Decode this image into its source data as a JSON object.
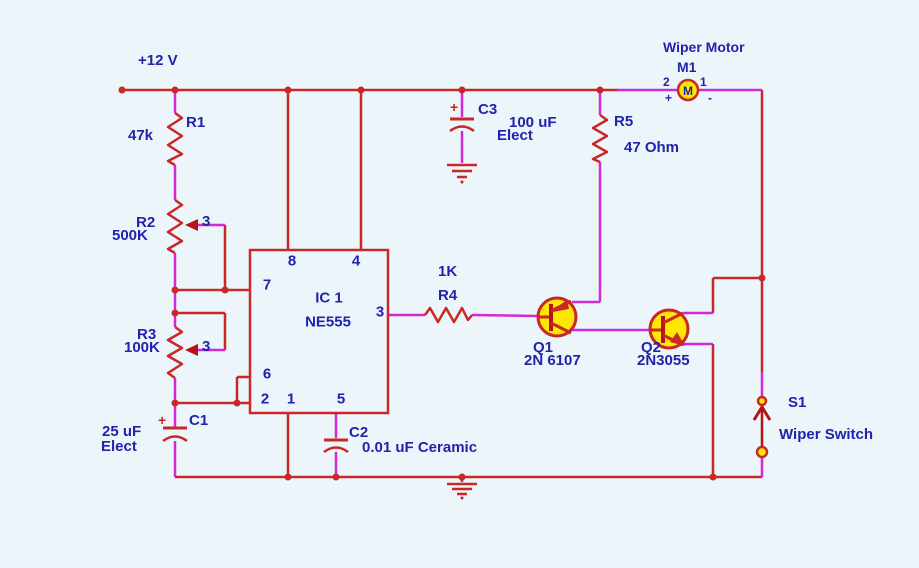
{
  "labels": {
    "power": "+12 V"
  },
  "components": {
    "r1": {
      "ref": "R1",
      "value": "47k"
    },
    "r2": {
      "ref": "R2",
      "value": "500K",
      "wiper": "3"
    },
    "r3": {
      "ref": "R3",
      "value": "100K",
      "wiper": "3"
    },
    "r4": {
      "ref": "R4",
      "value": "1K"
    },
    "r5": {
      "ref": "R5",
      "value": "47 Ohm"
    },
    "c1": {
      "ref": "C1",
      "value": "25 uF",
      "kind": "Elect",
      "polarity": "+"
    },
    "c2": {
      "ref": "C2",
      "value": "0.01 uF Ceramic"
    },
    "c3": {
      "ref": "C3",
      "value": "100 uF",
      "kind": "Elect",
      "polarity": "+"
    },
    "ic1": {
      "ref": "IC 1",
      "part": "NE555",
      "pin1": "1",
      "pin2": "2",
      "pin3": "3",
      "pin4": "4",
      "pin5": "5",
      "pin6": "6",
      "pin7": "7",
      "pin8": "8"
    },
    "q1": {
      "ref": "Q1",
      "part": "2N 6107"
    },
    "q2": {
      "ref": "Q2",
      "part": "2N3055"
    },
    "m1": {
      "title": "Wiper Motor",
      "ref": "M1",
      "symbol": "M",
      "term_left": "2",
      "term_right": "1",
      "pol_left": "+",
      "pol_right": "-"
    },
    "s1": {
      "ref": "S1",
      "label": "Wiper Switch"
    }
  },
  "colors": {
    "wire_red": "#c82828",
    "lead_magenta": "#d428d4",
    "text_blue": "#2222aa",
    "part_fill": "#ffe800",
    "background": "#ecf5fa"
  }
}
